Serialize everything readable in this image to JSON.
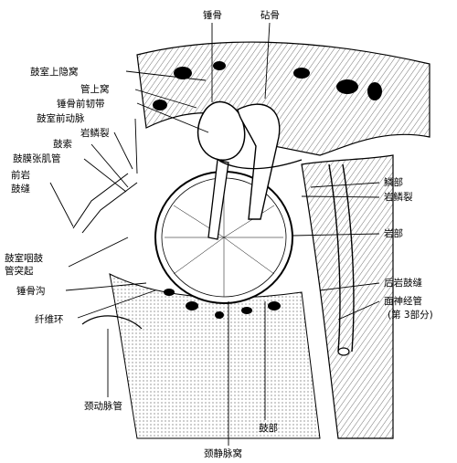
{
  "labels": {
    "malleus": "锤骨",
    "incus": "砧骨",
    "epitympanic_recess": "鼓室上隐窝",
    "aditus": "管上窝",
    "anterior_malleal_ligament": "锤骨前韧带",
    "anterior_tympanic_artery": "鼓室前动脉",
    "petrosquamous_fissure_left": "岩鳞裂",
    "chorda_tympani": "鼓索",
    "tensor_tympani_canal": "鼓膜张肌管",
    "anterior_petrotympanic_1": "前岩",
    "anterior_petrotympanic_2": "鼓缝",
    "tympanic_pharyngeal_1": "鼓室咽鼓",
    "tympanic_pharyngeal_2": "管突起",
    "malleolar_sulcus": "锤骨沟",
    "fibrous_ring": "纤维环",
    "carotid_canal": "颈动脉管",
    "squamous_part": "鳞部",
    "petrosquamous_fissure_right": "岩鳞裂",
    "petrous_part": "岩部",
    "posterior_petrotympanic": "后岩鼓缝",
    "facial_canal_1": "面神经管",
    "facial_canal_2": "(第 3部分)",
    "tympanic_part": "鼓部",
    "jugular_fossa": "颈静脉窝"
  },
  "colors": {
    "ink": "#000000",
    "paper": "#ffffff",
    "bone_shade": "#d9d9d9"
  }
}
